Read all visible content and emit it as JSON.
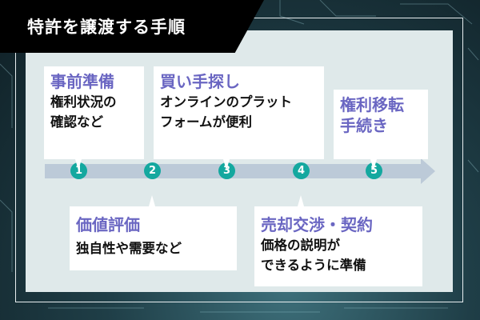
{
  "title": "特許を譲渡する手順",
  "colors": {
    "accent_title": "#6a66c2",
    "step_circle": "#14a89f",
    "arrow": "#bccad8",
    "panel": "#dfe9ea"
  },
  "steps": [
    {
      "number": "1",
      "heading": "事前準備",
      "lines": [
        "権利状況の",
        "確認など"
      ]
    },
    {
      "number": "2",
      "heading": "価値評価",
      "lines": [
        "独自性や需要など"
      ]
    },
    {
      "number": "3",
      "heading": "買い手探し",
      "lines": [
        "オンラインのプラット",
        "フォームが便利"
      ]
    },
    {
      "number": "4",
      "heading": "売却交渉・契約",
      "lines": [
        "価格の説明が",
        "できるように準備"
      ]
    },
    {
      "number": "5",
      "heading": "権利移転",
      "lines": [
        "手続き"
      ]
    }
  ]
}
